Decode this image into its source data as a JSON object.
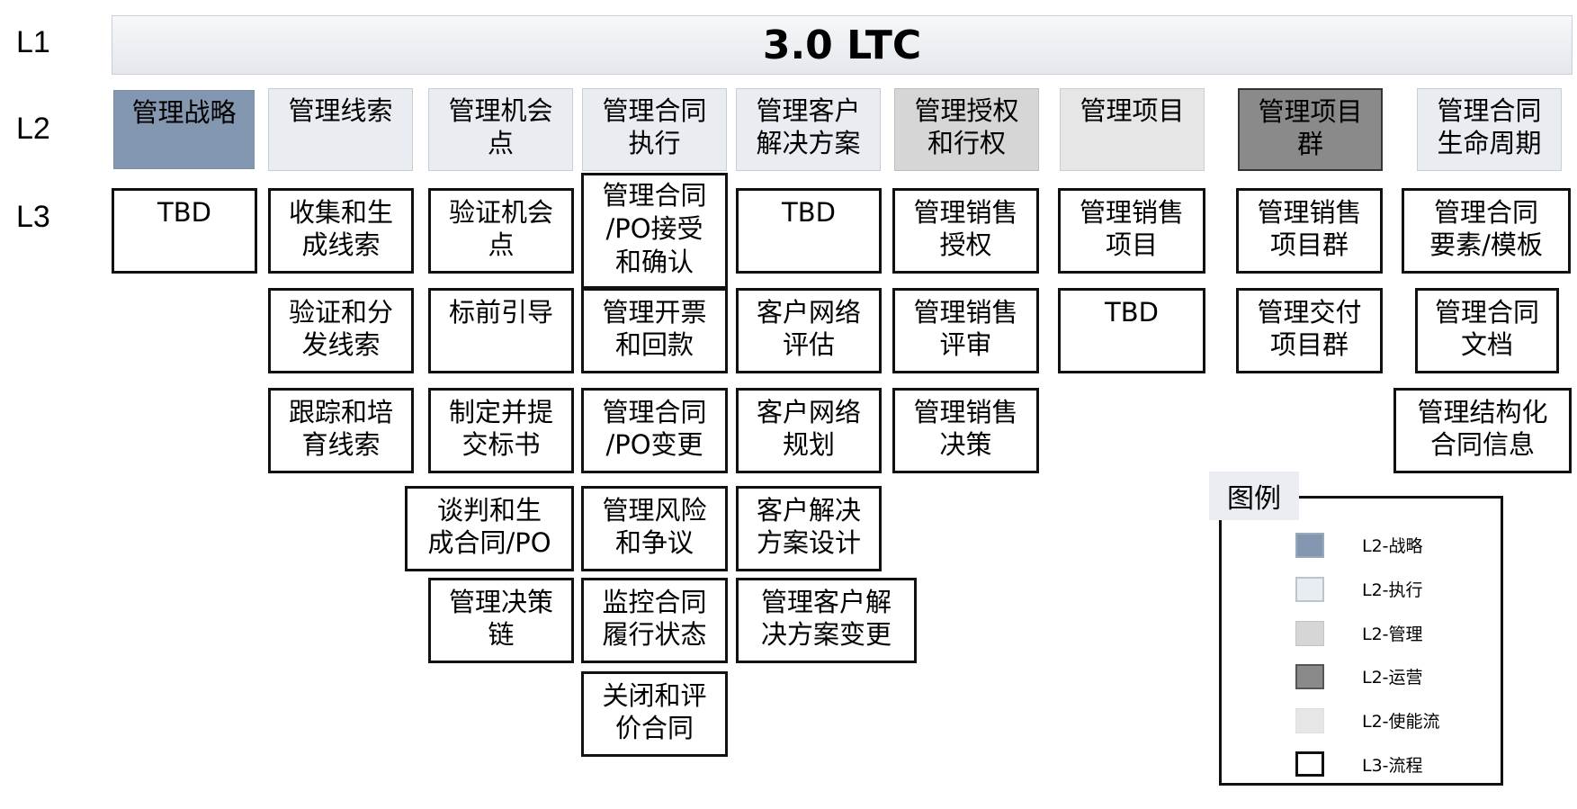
{
  "levels": {
    "l1": "L1",
    "l2": "L2",
    "l3": "L3"
  },
  "title": "3.0 LTC",
  "columns": [
    {
      "l2": "管理战略",
      "kind": "strategy",
      "l3": [
        "TBD"
      ]
    },
    {
      "l2": "管理线索",
      "kind": "exec",
      "l3": [
        "收集和生\n成线索",
        "验证和分\n发线索",
        "跟踪和培\n育线索"
      ]
    },
    {
      "l2": "管理机会\n点",
      "kind": "exec",
      "l3": [
        "验证机会\n点",
        "标前引导",
        "制定并提\n交标书",
        "谈判和生\n成合同/PO",
        "管理决策\n链"
      ]
    },
    {
      "l2": "管理合同\n执行",
      "kind": "exec",
      "l3": [
        "管理合同\n/PO接受\n和确认",
        "管理开票\n和回款",
        "管理合同\n/PO变更",
        "管理风险\n和争议",
        "监控合同\n履行状态",
        "关闭和评\n价合同"
      ]
    },
    {
      "l2": "管理客户\n解决方案",
      "kind": "exec",
      "l3": [
        "TBD",
        "客户网络\n评估",
        "客户网络\n规划",
        "客户解决\n方案设计",
        "管理客户解\n决方案变更"
      ]
    },
    {
      "l2": "管理授权\n和行权",
      "kind": "manage",
      "l3": [
        "管理销售\n授权",
        "管理销售\n评审",
        "管理销售\n决策"
      ]
    },
    {
      "l2": "管理项目",
      "kind": "enable",
      "l3": [
        "管理销售\n项目",
        "TBD"
      ]
    },
    {
      "l2": "管理项目\n群",
      "kind": "ops",
      "l3": [
        "管理销售\n项目群",
        "管理交付\n项目群"
      ]
    },
    {
      "l2": "管理合同\n生命周期",
      "kind": "exec",
      "l3": [
        "管理合同\n要素/模板",
        "管理合同\n文档",
        "管理结构化\n合同信息"
      ]
    }
  ],
  "legend": {
    "title": "图例",
    "items": [
      {
        "label": "L2-战略",
        "color": "#8497b0"
      },
      {
        "label": "L2-执行",
        "color": "#e9edf2"
      },
      {
        "label": "L2-管理",
        "color": "#d6d6d6"
      },
      {
        "label": "L2-运营",
        "color": "#8a8a8a"
      },
      {
        "label": "L2-使能流",
        "color": "#e6e6e6"
      },
      {
        "label": "L3-流程",
        "color": "#ffffff"
      }
    ]
  }
}
